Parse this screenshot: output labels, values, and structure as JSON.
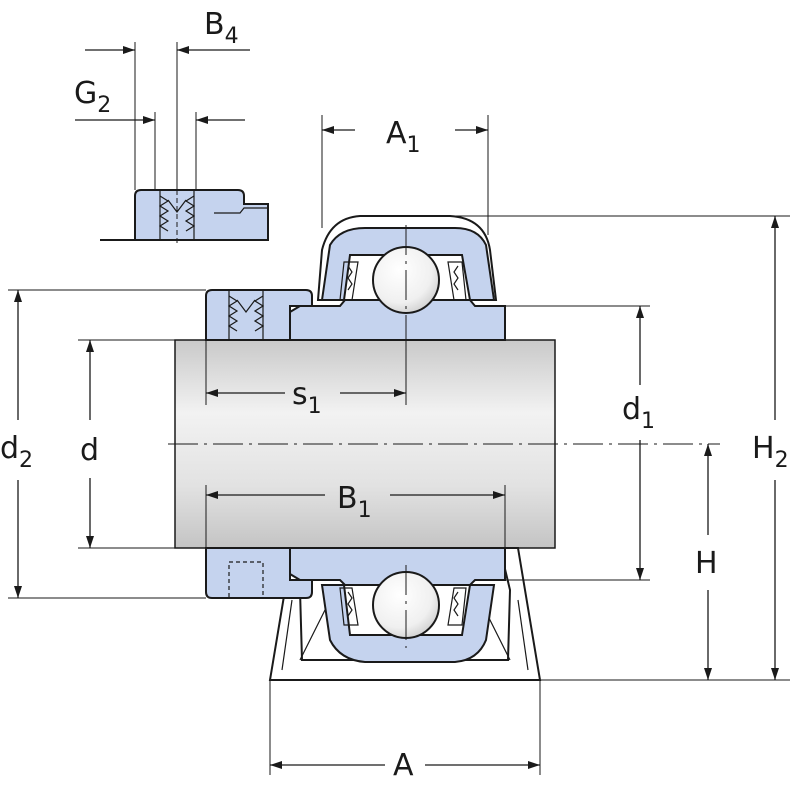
{
  "colors": {
    "part_fill": "#c5d3ee",
    "shaft_fill": "#e4e4e4",
    "line": "#1a1a1a"
  },
  "labels": {
    "B4": {
      "main": "B",
      "sub": "4"
    },
    "G2": {
      "main": "G",
      "sub": "2"
    },
    "A1": {
      "main": "A",
      "sub": "1"
    },
    "s1": {
      "main": "s",
      "sub": "1"
    },
    "d1": {
      "main": "d",
      "sub": "1"
    },
    "d2": {
      "main": "d",
      "sub": "2"
    },
    "d": {
      "main": "d"
    },
    "B1": {
      "main": "B",
      "sub": "1"
    },
    "H2": {
      "main": "H",
      "sub": "2"
    },
    "H": {
      "main": "H"
    },
    "A": {
      "main": "A"
    }
  }
}
